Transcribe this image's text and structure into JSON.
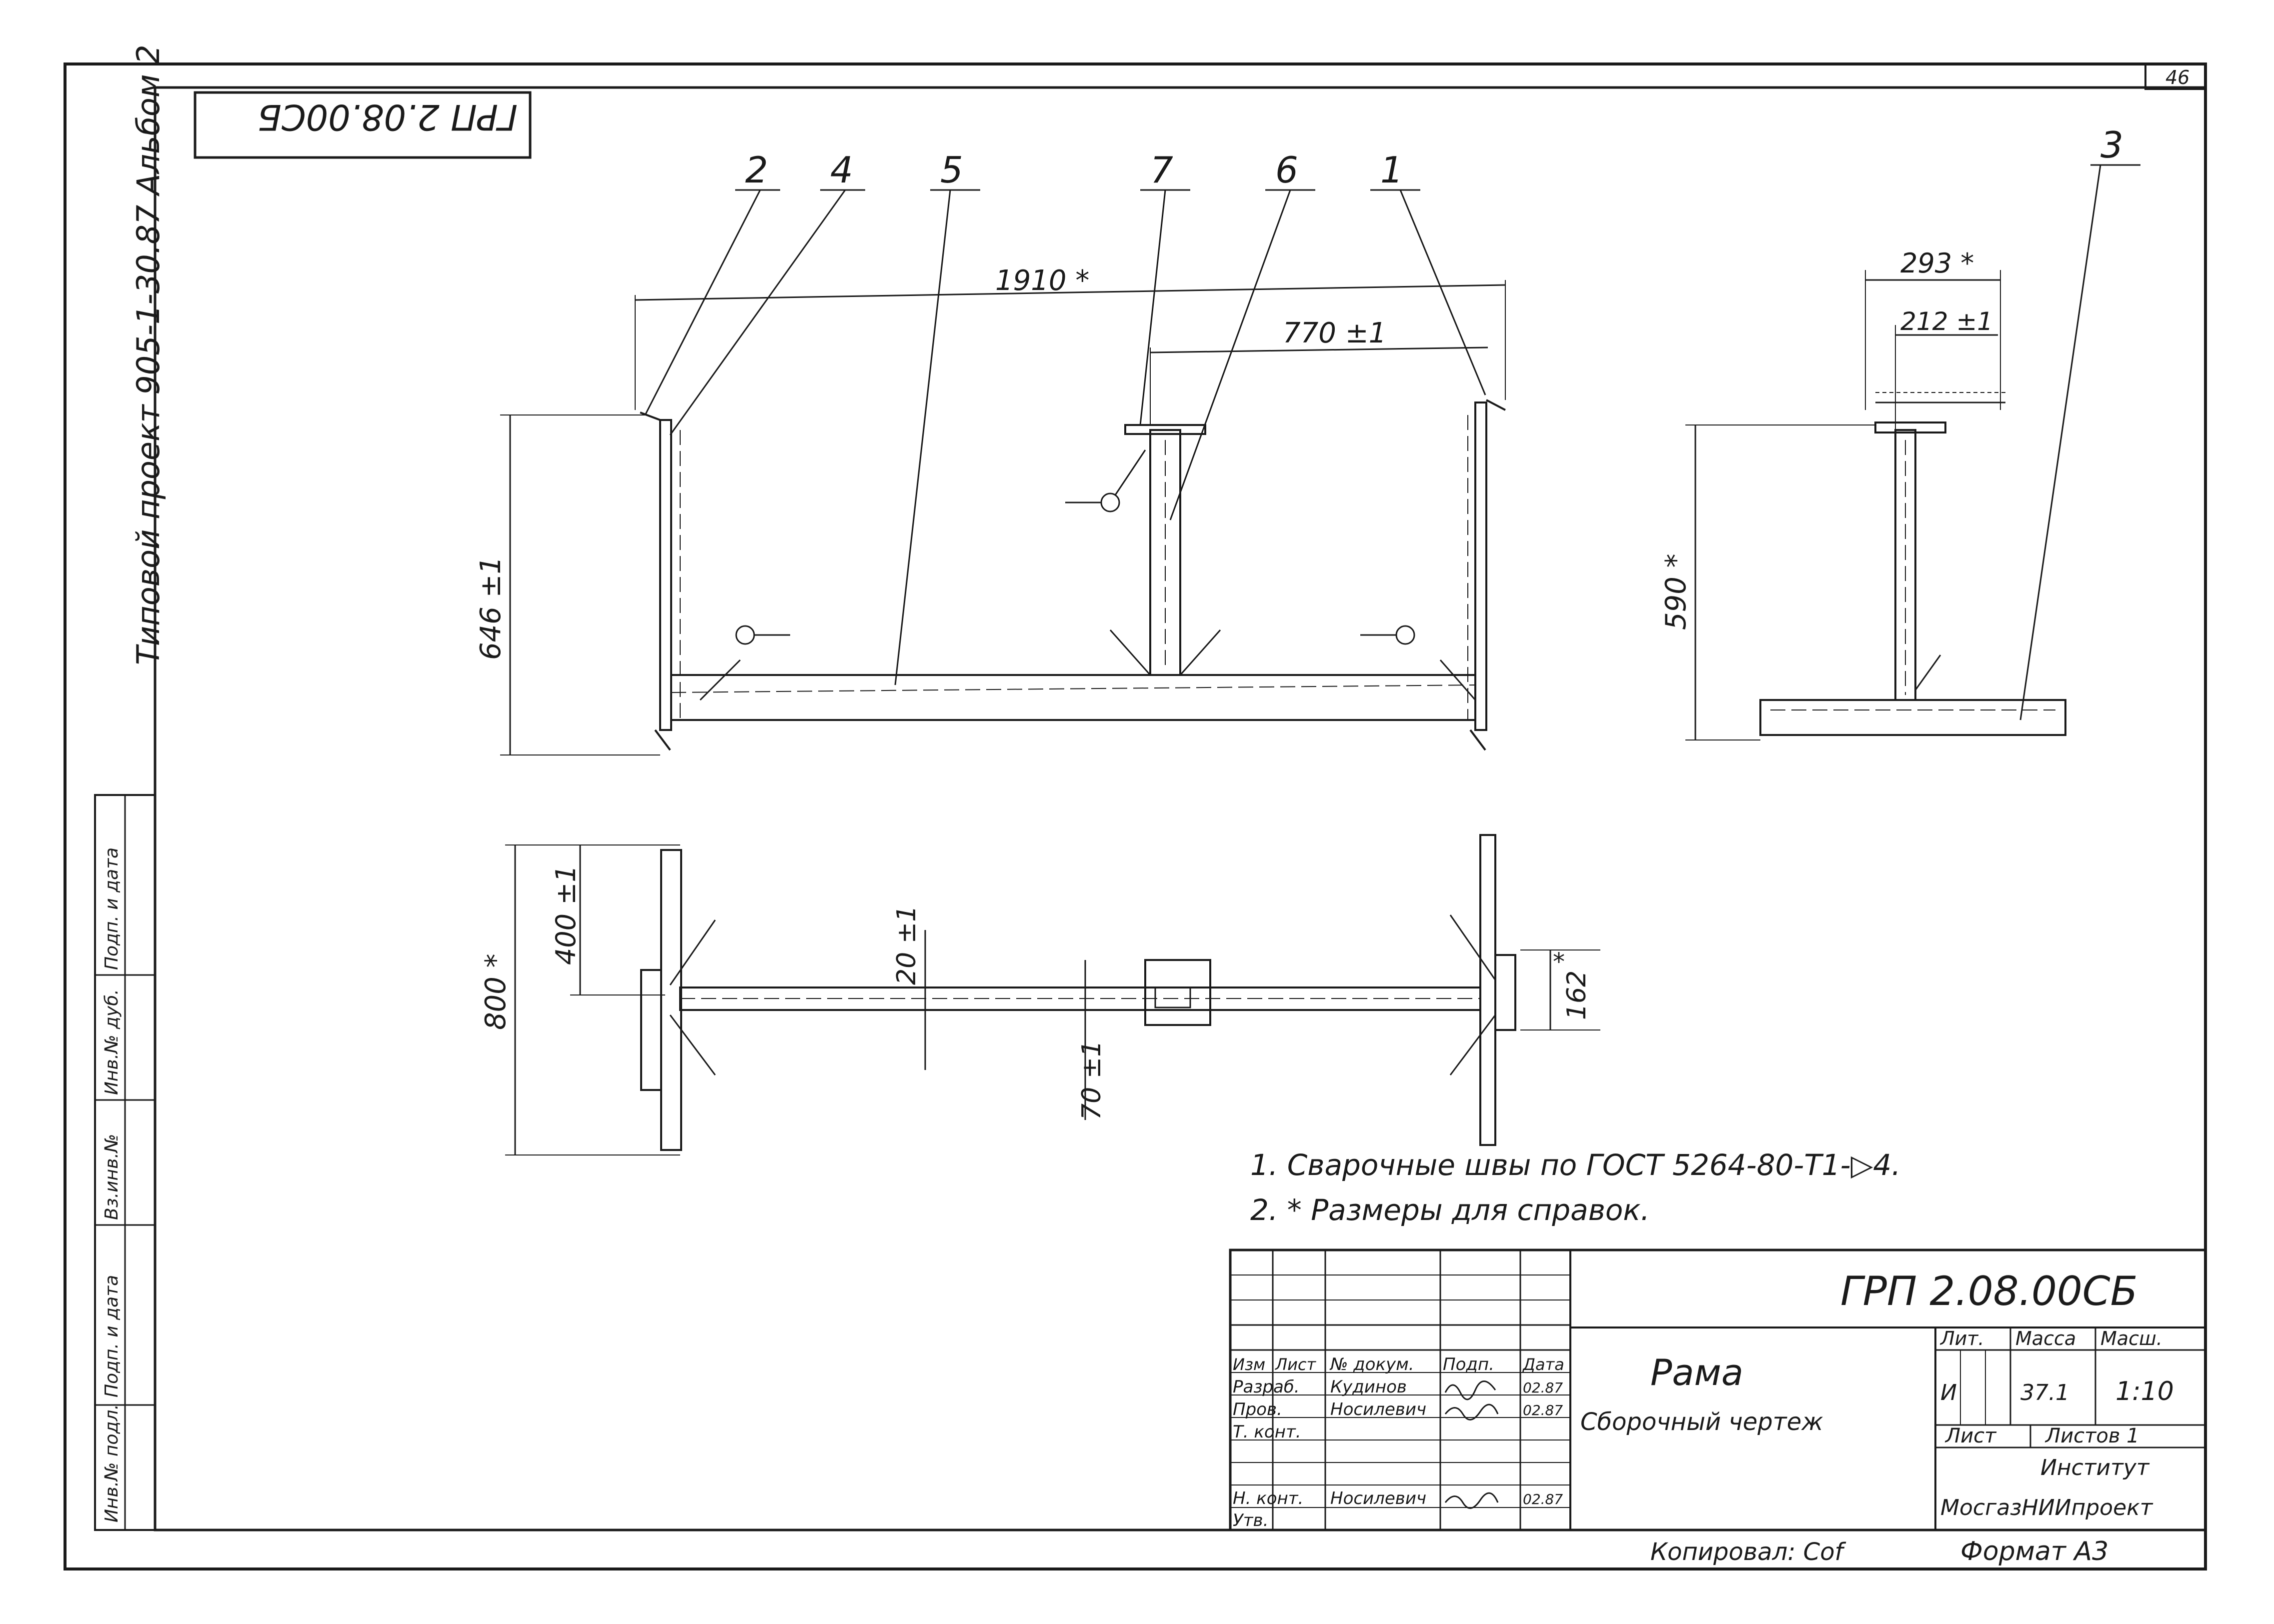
{
  "sheet": {
    "page_number": "46",
    "format": "Формат А3",
    "copied_by": "Копировал: Cof"
  },
  "margin": {
    "project_ref": "Типовой проект 905-1-30.87 Альбом 2",
    "stamp_upside_down": "ГРП 2.08.00СБ",
    "side_columns": [
      "Инв.№ подл.",
      "Подп. и дата",
      "Вз.инв.№",
      "Инв.№ дуб.",
      "Подп. и дата"
    ]
  },
  "drawing": {
    "callouts": [
      "2",
      "4",
      "5",
      "7",
      "6",
      "1",
      "3"
    ],
    "dimensions": {
      "overall_length": "1910 *",
      "center_offset": "770 ±1",
      "height_front": "646 ±1",
      "side_top": "293 *",
      "side_inner": "212 ±1",
      "side_height": "590 *",
      "plan_width": "800 *",
      "plan_half": "400 ±1",
      "plan_gap_upper": "20 ±1",
      "plan_gap_lower": "70 ±1",
      "plan_right_star": "*",
      "plan_right": "162"
    },
    "notes": [
      "1. Сварочные швы по ГОСТ 5264-80-Т1-▷4.",
      "2. * Размеры для справок."
    ]
  },
  "title_block": {
    "designation": "ГРП 2.08.00СБ",
    "name": "Рама",
    "doc_type": "Сборочный чертеж",
    "headers": {
      "lit": "Лит.",
      "mass": "Масса",
      "scale": "Масш."
    },
    "values": {
      "lit": "И",
      "mass": "37.1",
      "scale": "1:10"
    },
    "sheet": "Лист",
    "sheets": "Листов 1",
    "organization_line1": "Институт",
    "organization_line2": "МосгазНИИпроект",
    "columns": [
      "Изм",
      "Лист",
      "№ докум.",
      "Подп.",
      "Дата"
    ],
    "rows": [
      {
        "role": "Разраб.",
        "name": "Кудинов",
        "date": "02.87"
      },
      {
        "role": "Пров.",
        "name": "Носилевич",
        "date": "02.87"
      },
      {
        "role": "Т. конт.",
        "name": "",
        "date": ""
      },
      {
        "role": "Н. конт.",
        "name": "Носилевич",
        "date": "02.87"
      },
      {
        "role": "Утв.",
        "name": "",
        "date": ""
      }
    ]
  }
}
